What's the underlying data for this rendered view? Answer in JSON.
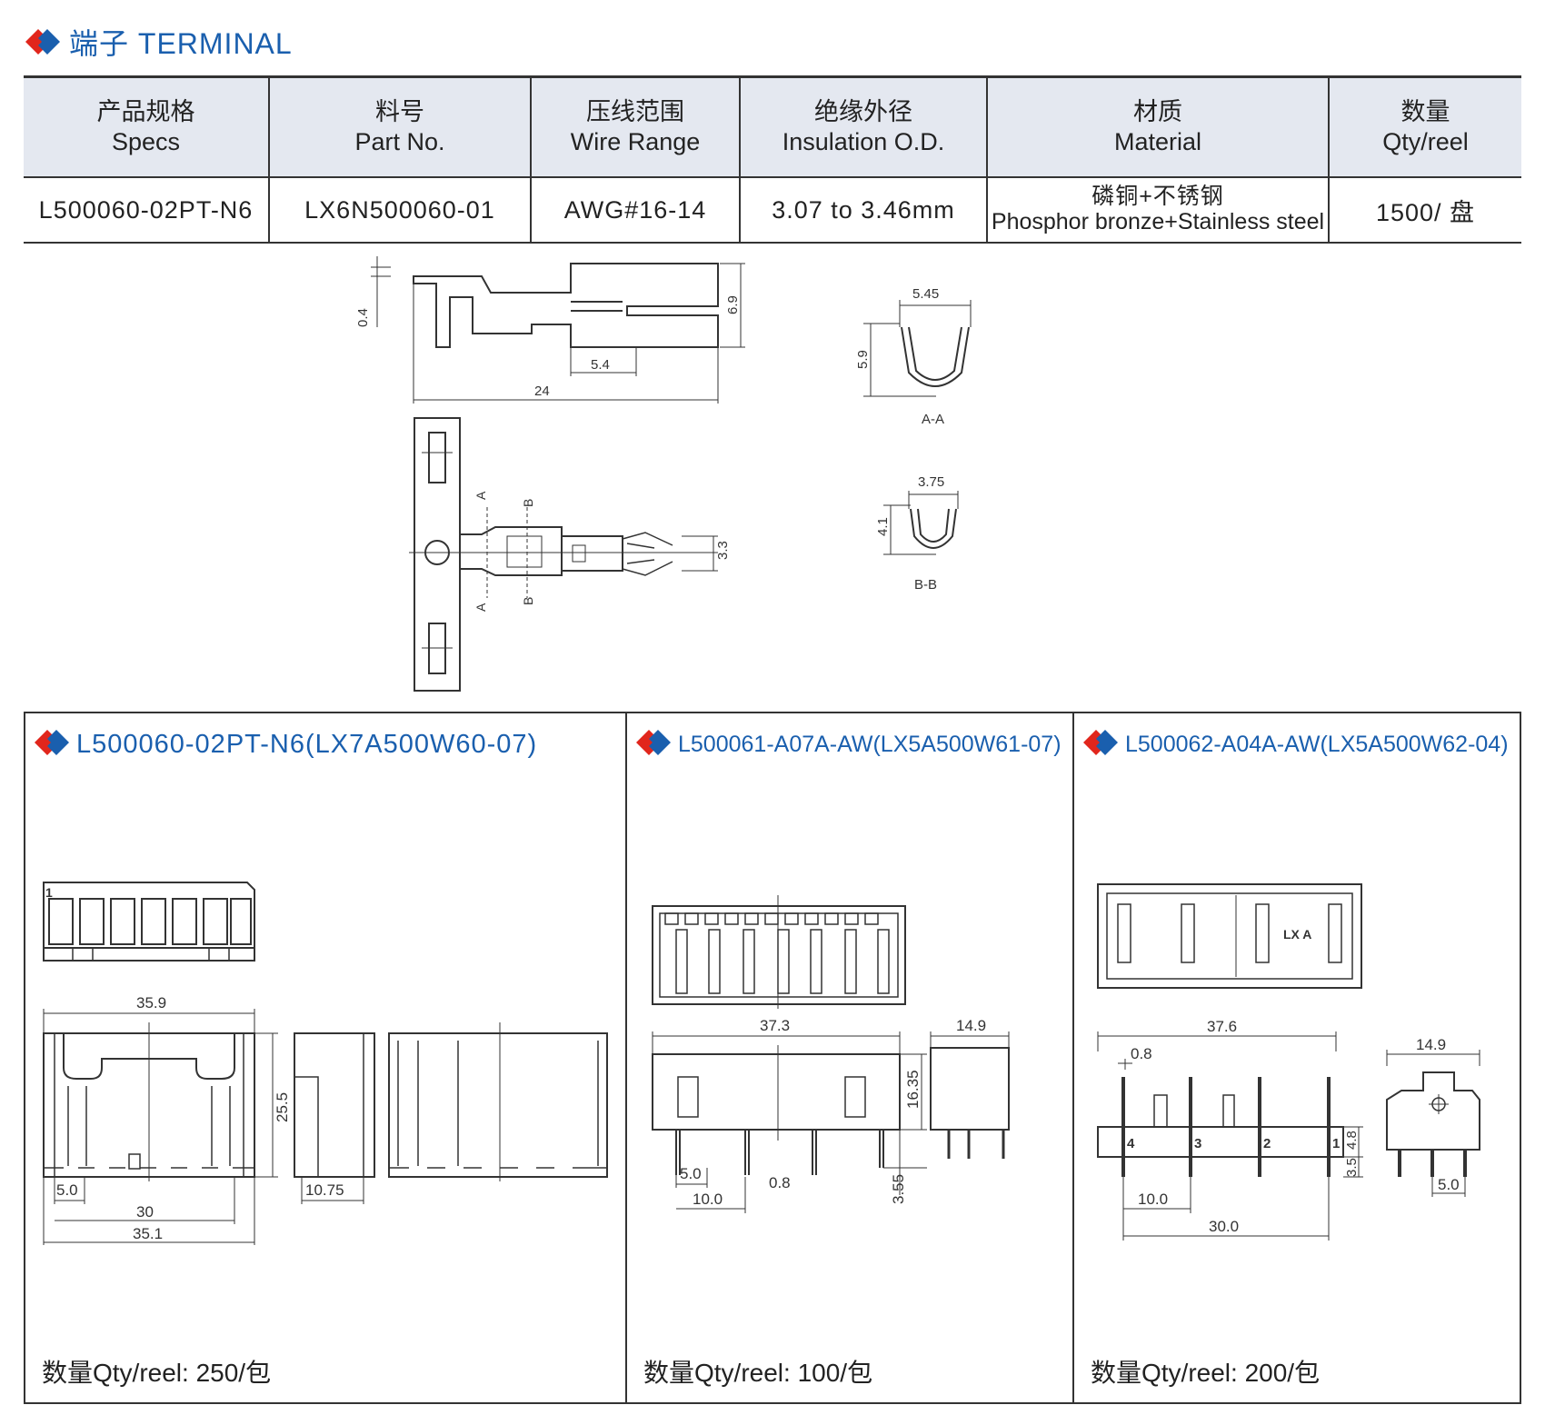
{
  "header": {
    "title": "端子 TERMINAL",
    "brand_colors": {
      "red": "#e1261c",
      "blue": "#1a5fae"
    }
  },
  "spec_table": {
    "columns": [
      {
        "cn": "产品规格",
        "en": "Specs"
      },
      {
        "cn": "料号",
        "en": "Part No."
      },
      {
        "cn": "压线范围",
        "en": "Wire Range"
      },
      {
        "cn": "绝缘外径",
        "en": "Insulation O.D."
      },
      {
        "cn": "材质",
        "en": "Material"
      },
      {
        "cn": "数量",
        "en": "Qty/reel"
      }
    ],
    "row": {
      "specs": "L500060-02PT-N6",
      "part_no": "LX6N500060-01",
      "wire_range": "AWG#16-14",
      "insulation_od": "3.07 to 3.46mm",
      "material_cn": "磷铜+不锈钢",
      "material_en": "Phosphor bronze+Stainless steel",
      "qty": "1500/ 盘"
    }
  },
  "terminal_drawing": {
    "side_dims": {
      "thickness": "0.4",
      "height": "6.9",
      "crimp": "5.4",
      "length": "24"
    },
    "top_dims": {
      "width": "3.3",
      "cut_a": "A",
      "cut_b": "B"
    },
    "section_aa": {
      "width": "5.45",
      "height": "5.9",
      "label": "A-A"
    },
    "section_bb": {
      "width": "3.75",
      "height": "4.1",
      "label": "B-B"
    }
  },
  "panels": [
    {
      "title": "L500060-02PT-N6(LX7A500W60-07)",
      "qty": "数量Qty/reel:  250/包",
      "pin_label": "1",
      "dims": {
        "width_top": "35.9",
        "height": "25.5",
        "pitch": "5.0",
        "span": "30",
        "base": "35.1",
        "depth": "10.75"
      }
    },
    {
      "title": "L500061-A07A-AW(LX5A500W61-07)",
      "qty": "数量Qty/reel:  100/包",
      "dims": {
        "length": "37.3",
        "height": "16.35",
        "pitch": "5.0",
        "span": "10.0",
        "pin": "0.8",
        "tail": "3.55",
        "depth": "14.9"
      }
    },
    {
      "title": "L500062-A04A-AW(LX5A500W62-04)",
      "qty": "数量Qty/reel:  200/包",
      "logo": "LX A",
      "pin_numbers": [
        "4",
        "3",
        "2",
        "1"
      ],
      "dims": {
        "length": "37.6",
        "pin": "0.8",
        "pitch": "10.0",
        "span": "30.0",
        "height": "4.8",
        "tail": "3.5",
        "depth": "14.9",
        "pitch_side": "5.0"
      }
    }
  ]
}
